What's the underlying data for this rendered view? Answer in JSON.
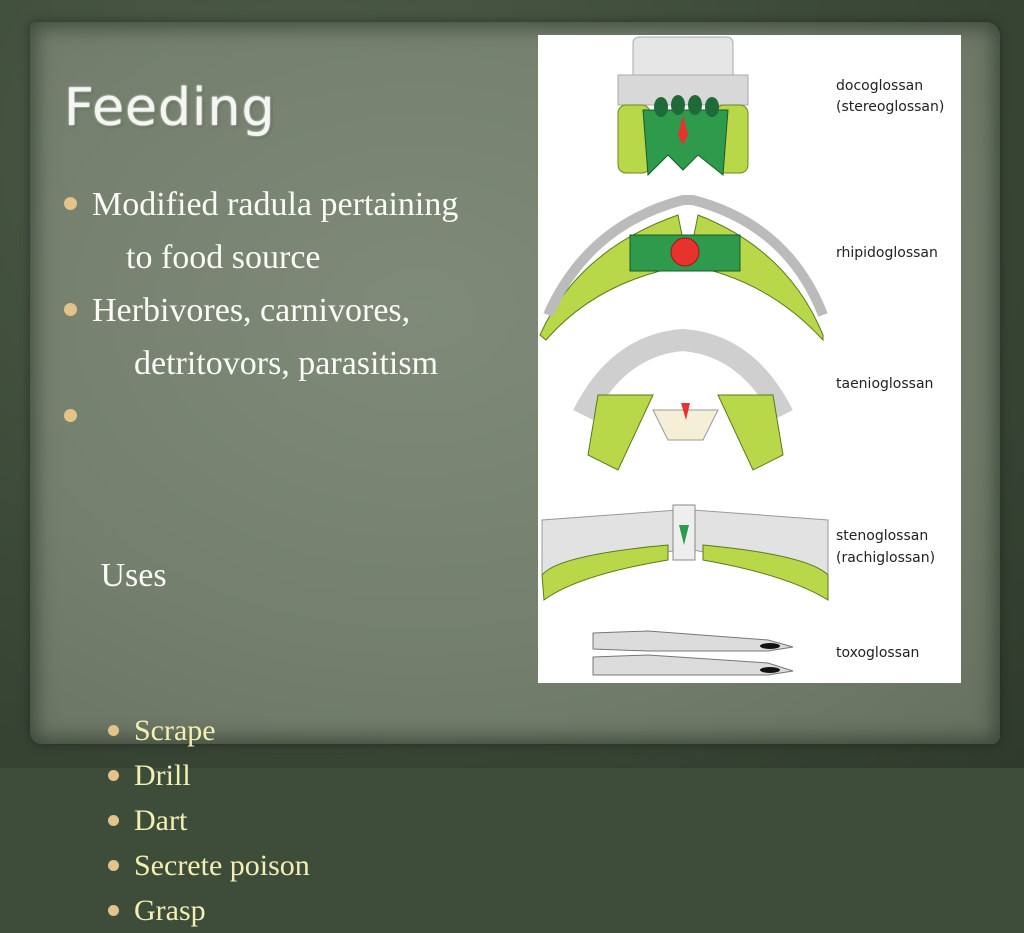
{
  "slide": {
    "title": "Feeding",
    "bullets": [
      {
        "line1": "Modified radula pertaining",
        "line2": "to food source"
      },
      {
        "line1": "Herbivores, carnivores,",
        "line2": "detritovors, parasitism"
      },
      {
        "line1": " Uses"
      }
    ],
    "sub_bullets": [
      "Scrape",
      "Drill",
      "Dart",
      "Secrete poison",
      "Grasp"
    ]
  },
  "figure": {
    "labels": {
      "docoglossan": "docoglossan",
      "docoglossan_alt": "(stereoglossan)",
      "rhipidoglossan": "rhipidoglossan",
      "taenioglossan": "taenioglossan",
      "stenoglossan": "stenoglossan",
      "stenoglossan_alt": "(rachiglossan)",
      "toxoglossan": "toxoglossan"
    }
  },
  "colors": {
    "background": "#3e4c3a",
    "panel": "#747f6d",
    "bullet_dot": "#e3c38a",
    "sub_bullet_text": "#f3efb4",
    "radula_green": "#a8d13a",
    "radula_dark_green": "#2e9a4c",
    "radula_red": "#e8322e"
  }
}
